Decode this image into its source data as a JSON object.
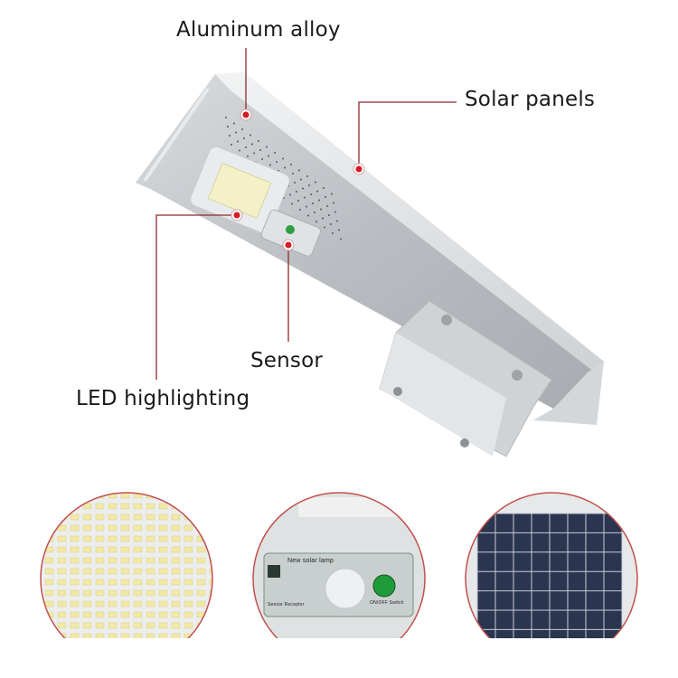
{
  "callouts": {
    "aluminum": "Aluminum alloy",
    "solar": "Solar panels",
    "sensor": "Sensor",
    "led": "LED highlighting"
  },
  "detail_sensor": {
    "board_title": "New solar lamp",
    "receptor": "Sensor Receptor",
    "switch": "ON/OFF Switch"
  },
  "colors": {
    "callout_line": "#8c2a2a",
    "callout_dot": "#d41c24",
    "circle_border": "#c0504d"
  }
}
